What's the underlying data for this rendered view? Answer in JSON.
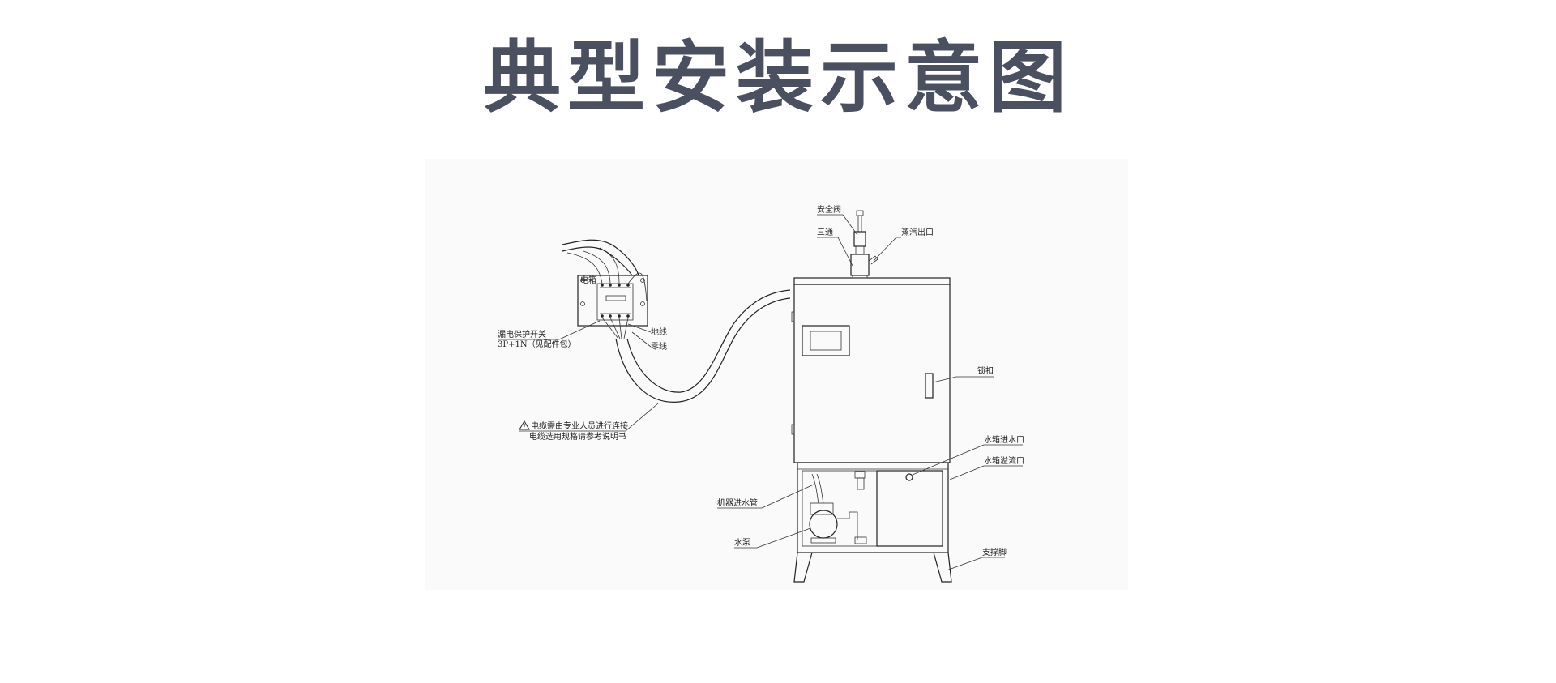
{
  "title": "典型安装示意图",
  "labels": {
    "safety_valve": "安全阀",
    "tee": "三通",
    "steam_outlet": "蒸汽出口",
    "electric_box": "电箱",
    "leakage_switch": "漏电保护开关",
    "leakage_switch_spec": "3P+1N（见配件包）",
    "ground_wire": "地线",
    "neutral_wire": "零线",
    "door_lock": "锁扣",
    "cable_warning": "电缆需由专业人员进行连接",
    "cable_spec": "电缆选用规格请参考说明书",
    "tank_inlet": "水箱进水口",
    "tank_overflow": "水箱溢流口",
    "machine_inlet_pipe": "机器进水管",
    "water_pump": "水泵",
    "support_leg": "支撑脚"
  },
  "icons": {
    "warning": "warning-triangle-icon"
  },
  "colors": {
    "title": "#4a5060",
    "line": "#222222",
    "panel_bg": "#fafafa"
  }
}
